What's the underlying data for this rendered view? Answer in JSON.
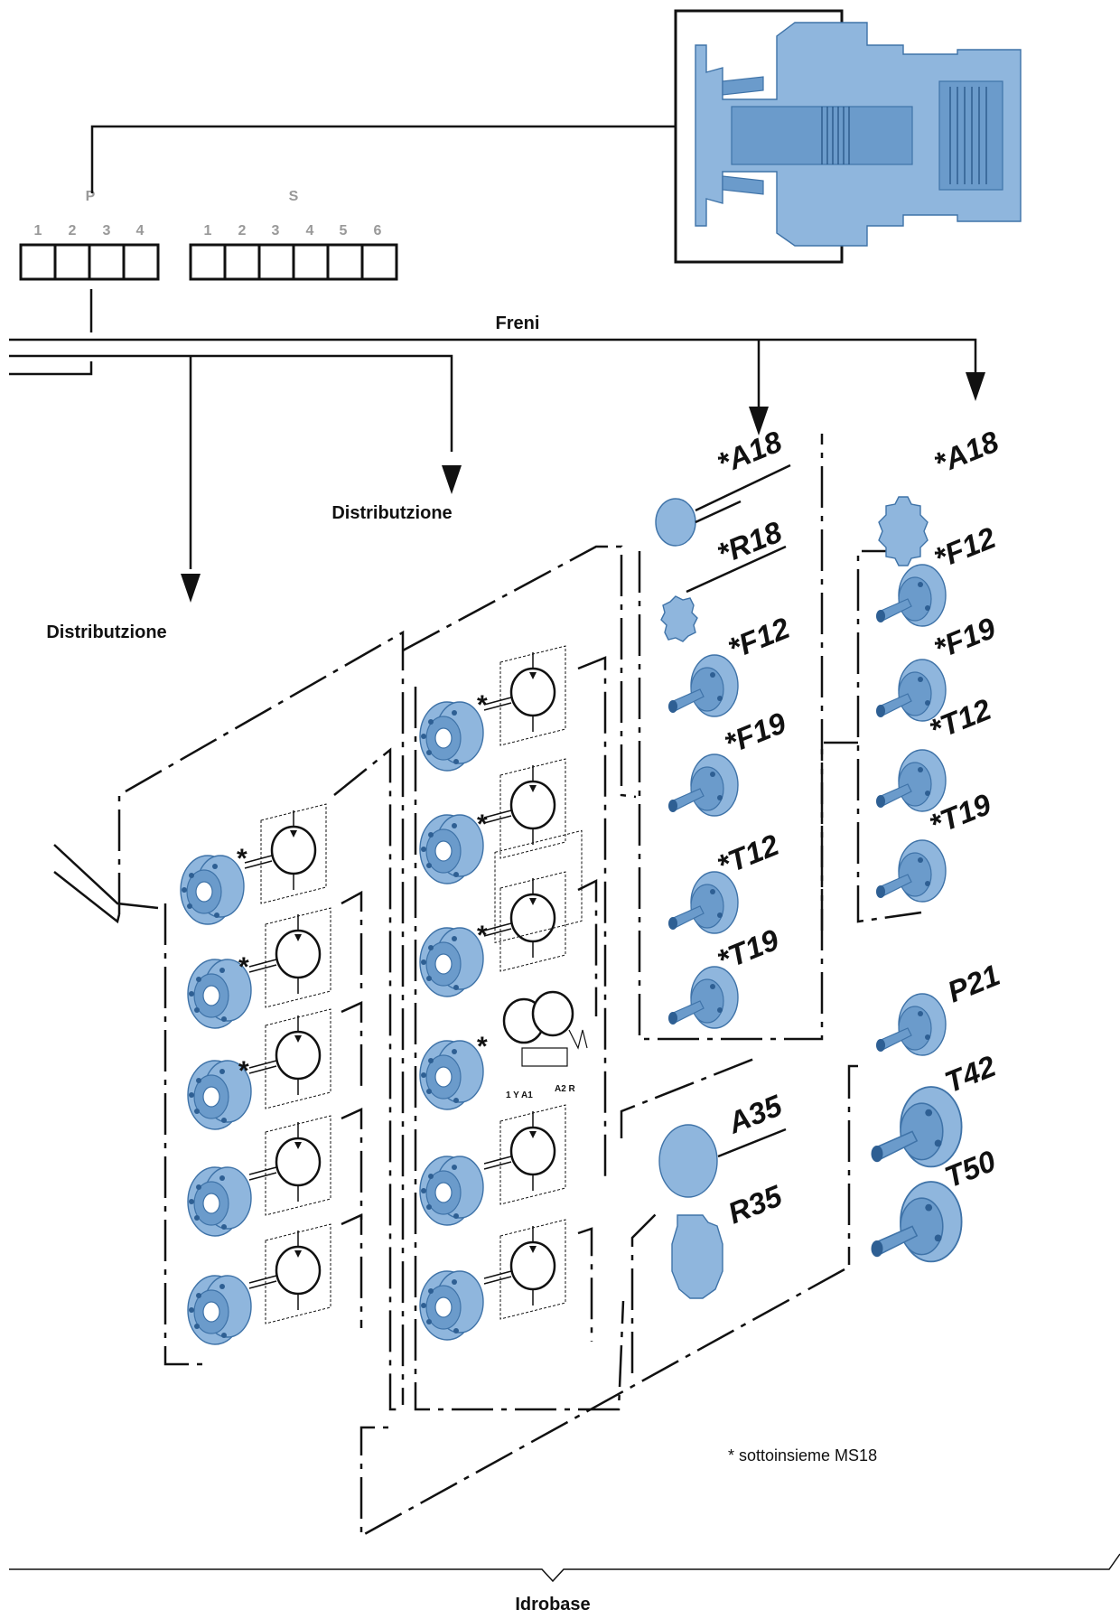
{
  "labels": {
    "freni": "Freni",
    "distribuzione_1": "Distributzione",
    "distribuzione_2": "Distributzione",
    "idrobase": "Idrobase",
    "note": "* sottoinsieme MS18",
    "group_p": "P",
    "group_s": "S"
  },
  "p_slots": [
    "1",
    "2",
    "3",
    "4"
  ],
  "s_slots": [
    "1",
    "2",
    "3",
    "4",
    "5",
    "6"
  ],
  "brake_col1": [
    "*A18",
    "*R18",
    "*F12",
    "*F19",
    "*T12",
    "*T19"
  ],
  "brake_col2": [
    "*A18",
    "*F12",
    "*F19",
    "*T12",
    "*T19"
  ],
  "lower_col1": [
    "A35",
    "R35"
  ],
  "lower_col2": [
    "P21",
    "T42",
    "T50"
  ],
  "colors": {
    "part_fill": "#8fb6dd",
    "part_stroke": "#3f73a8",
    "line": "#111111"
  }
}
